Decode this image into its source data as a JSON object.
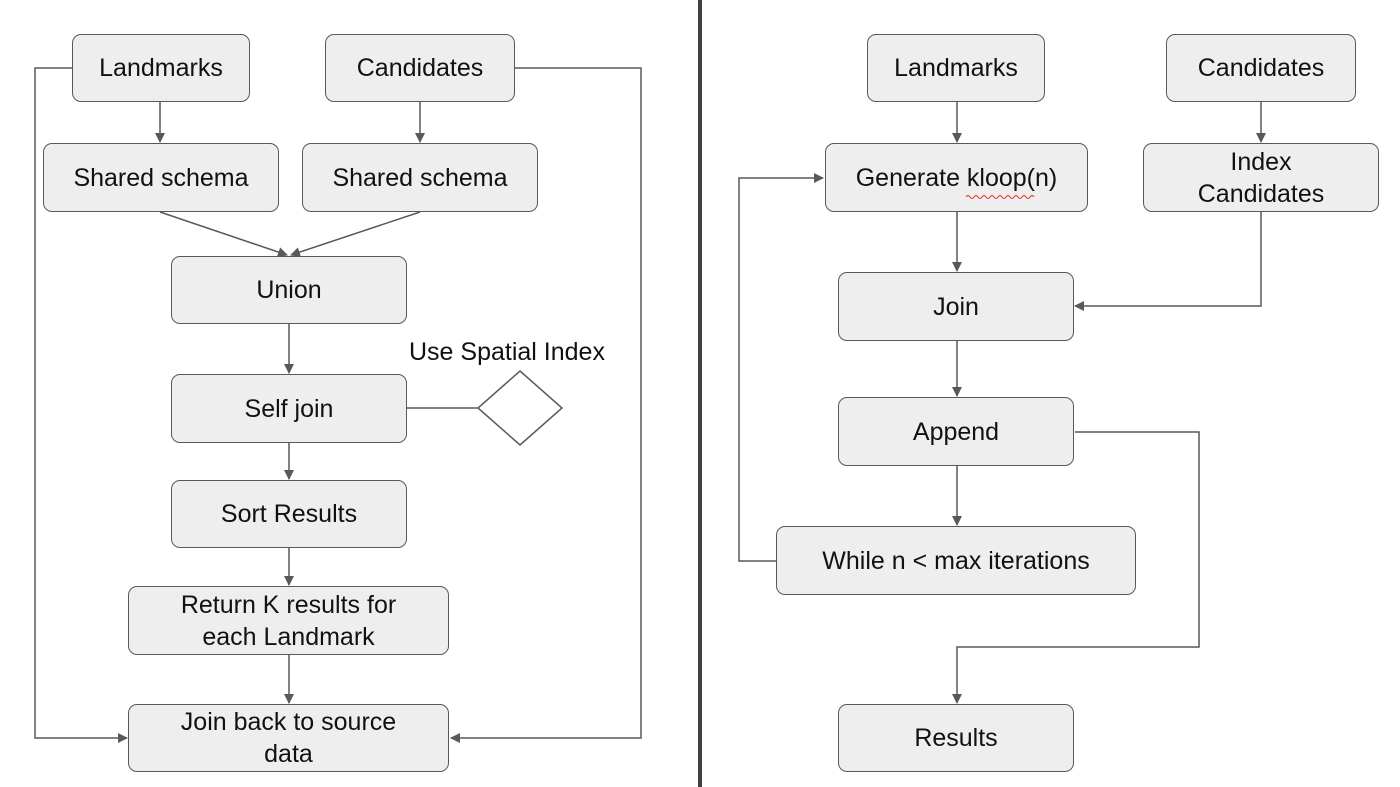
{
  "left_flow": {
    "landmarks": "Landmarks",
    "candidates": "Candidates",
    "shared_schema_left": "Shared schema",
    "shared_schema_right": "Shared schema",
    "union": "Union",
    "self_join": "Self join",
    "spatial_index_label": "Use Spatial Index",
    "sort_results": "Sort Results",
    "return_k": "Return K results for\neach Landmark",
    "join_back": "Join back to source\ndata"
  },
  "right_flow": {
    "landmarks": "Landmarks",
    "candidates": "Candidates",
    "generate_kloop": "Generate kloop(n)",
    "index_candidates": "Index\nCandidates",
    "join": "Join",
    "append": "Append",
    "while_loop": "While n < max iterations",
    "results": "Results"
  },
  "colors": {
    "node_fill": "#eeeeee",
    "stroke": "#595959",
    "divider": "#404040",
    "spellcheck_underline": "#d93025"
  }
}
